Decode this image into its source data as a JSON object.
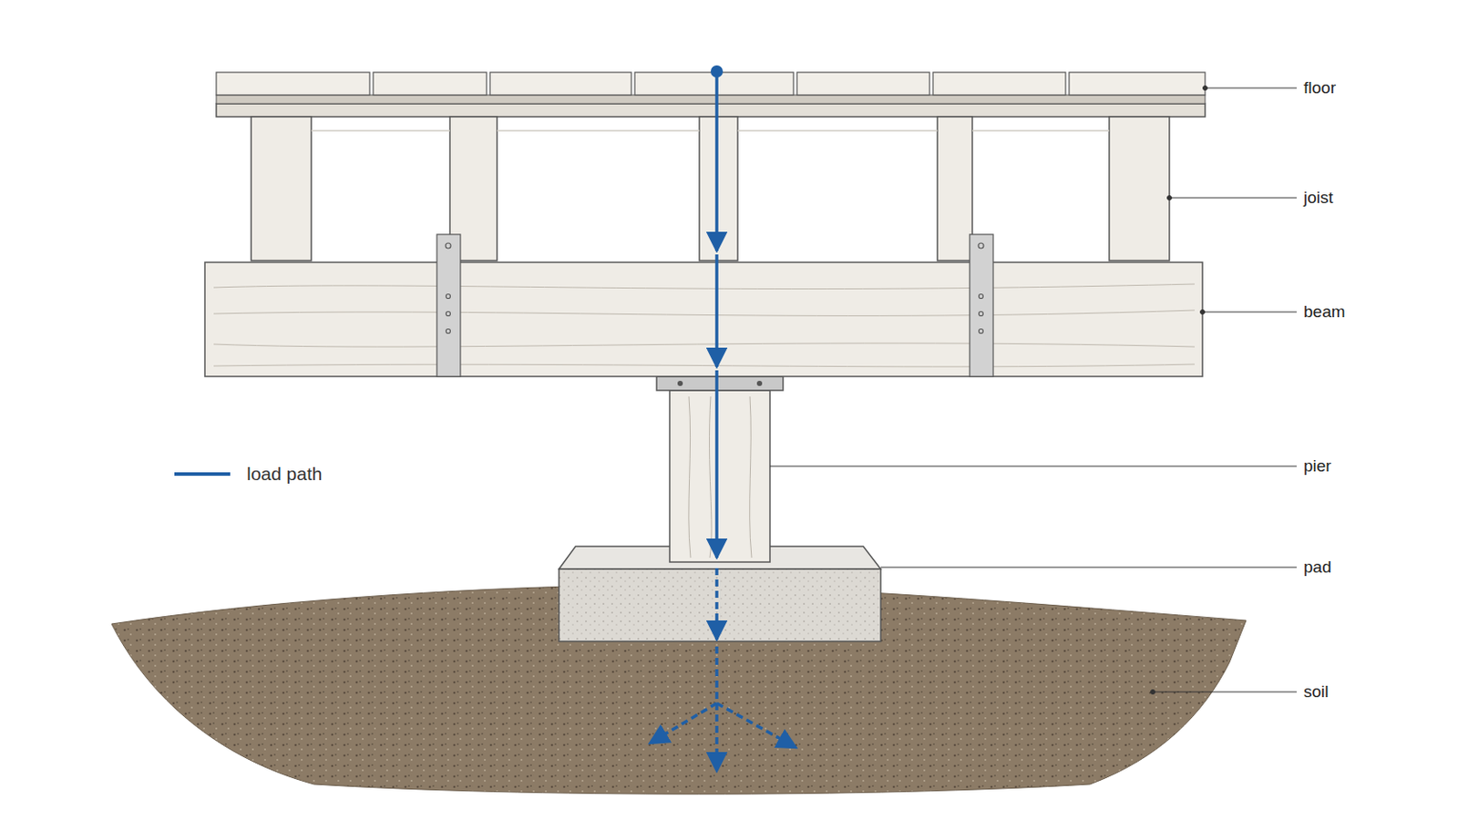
{
  "diagram": {
    "labels": [
      "floor",
      "joist",
      "beam",
      "pier",
      "pad",
      "soil"
    ],
    "legend": [
      {
        "text": "load path"
      }
    ]
  }
}
